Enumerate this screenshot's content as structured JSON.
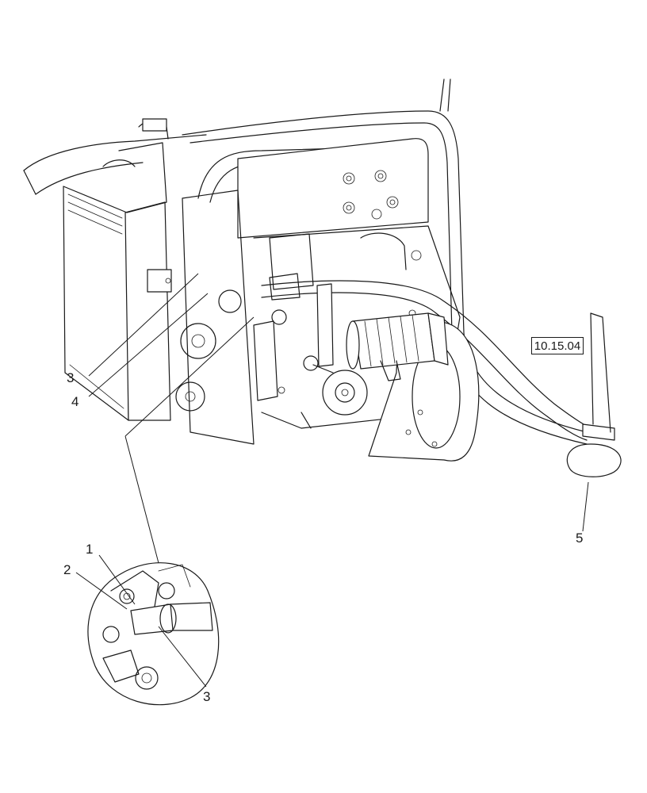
{
  "reference_label": "10.15.04",
  "callouts": {
    "main_view": [
      "3",
      "4",
      "5"
    ],
    "detail_view": [
      "1",
      "2",
      "3"
    ]
  }
}
